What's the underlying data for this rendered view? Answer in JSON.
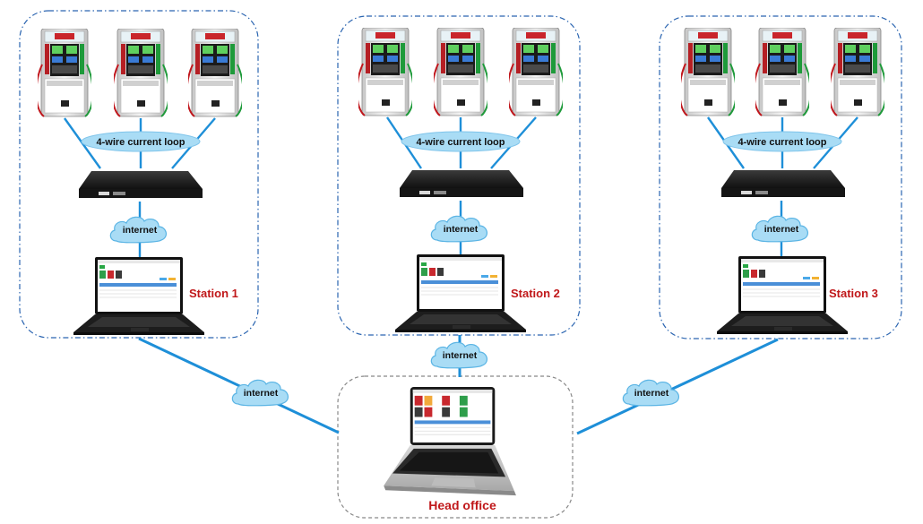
{
  "stations": [
    {
      "name": "Station 1",
      "loop_label": "4-wire current loop",
      "cloud_label": "internet"
    },
    {
      "name": "Station 2",
      "loop_label": "4-wire current loop",
      "cloud_label": "internet"
    },
    {
      "name": "Station 3",
      "loop_label": "4-wire current loop",
      "cloud_label": "internet"
    }
  ],
  "links": [
    {
      "cloud_label": "internet"
    },
    {
      "cloud_label": "internet"
    },
    {
      "cloud_label": "internet"
    }
  ],
  "head_office": {
    "name": "Head office"
  },
  "colors": {
    "link": "#1e8fd8",
    "cloud_fill": "#a9dcf5",
    "cloud_stroke": "#5ab4e4",
    "station_text": "#c0181a",
    "group_border": "#2a64b0"
  }
}
